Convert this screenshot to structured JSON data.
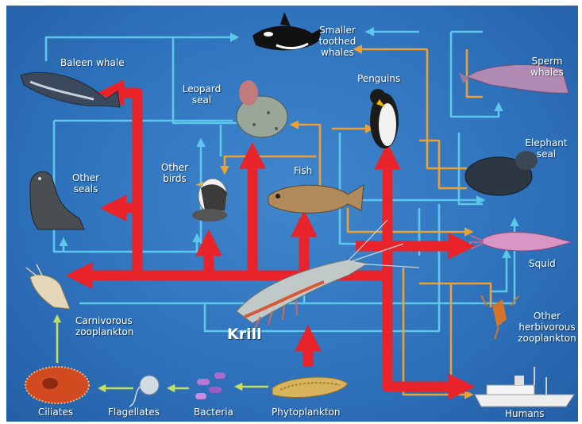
{
  "organisms": {
    "baleen_whale": "Baleen whale",
    "smaller_toothed_whales_1": "Smaller",
    "smaller_toothed_whales_2": "toothed",
    "smaller_toothed_whales_3": "whales",
    "sperm_whales_1": "Sperm",
    "sperm_whales_2": "whales",
    "leopard_seal_1": "Leopard",
    "leopard_seal_2": "seal",
    "penguins": "Penguins",
    "elephant_seal_1": "Elephant",
    "elephant_seal_2": "seal",
    "other_seals_1": "Other",
    "other_seals_2": "seals",
    "other_birds_1": "Other",
    "other_birds_2": "birds",
    "fish": "Fish",
    "squid": "Squid",
    "krill": "Krill",
    "carnivorous_zooplankton_1": "Carnivorous",
    "carnivorous_zooplankton_2": "zooplankton",
    "other_herbivorous_zooplankton_1": "Other",
    "other_herbivorous_zooplankton_2": "herbivorous",
    "other_herbivorous_zooplankton_3": "zooplankton",
    "ciliates": "Ciliates",
    "flagellates": "Flagellates",
    "bacteria": "Bacteria",
    "phytoplankton": "Phytoplankton",
    "humans": "Humans"
  },
  "colors": {
    "background": "#2f73bd",
    "krill_links": "#e8242a",
    "cyan_links": "#5ec6ea",
    "orange_links": "#f0a030",
    "microbial_links": "#c4e05a"
  }
}
